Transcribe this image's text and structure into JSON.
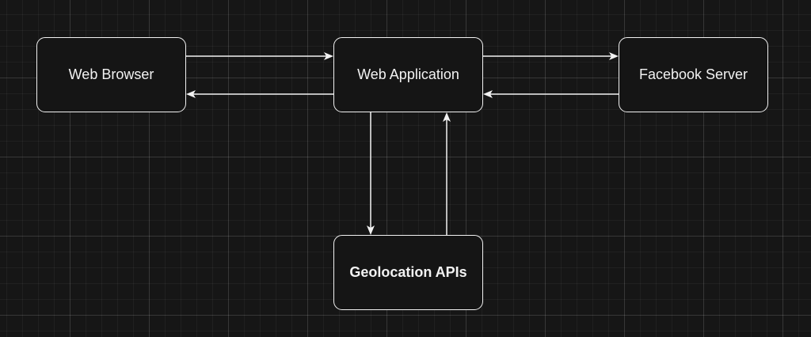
{
  "diagram": {
    "nodes": {
      "browser": "Web Browser",
      "webapp": "Web Application",
      "facebook": "Facebook Server",
      "geolocation": "Geolocation APIs"
    },
    "edges": [
      {
        "from": "browser",
        "to": "webapp"
      },
      {
        "from": "webapp",
        "to": "browser"
      },
      {
        "from": "webapp",
        "to": "facebook"
      },
      {
        "from": "facebook",
        "to": "webapp"
      },
      {
        "from": "webapp",
        "to": "geolocation"
      },
      {
        "from": "geolocation",
        "to": "webapp"
      }
    ],
    "colors": {
      "background": "#161616",
      "stroke": "#f2f2f2",
      "node_fill": "#151515"
    }
  }
}
